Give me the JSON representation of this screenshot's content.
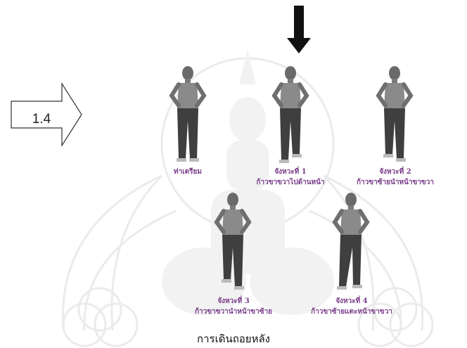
{
  "colors": {
    "caption": "#7a3d8a",
    "watermark": "#e8e8e8",
    "arrow": "#111111"
  },
  "icons": {
    "top_indicator": "down-arrow-icon",
    "step_pointer": "outline-right-arrow-icon",
    "background": "university-seal-watermark"
  },
  "pointer_label": "1.4",
  "figures": [
    {
      "title": "ท่าเตรียม",
      "subtitle": ""
    },
    {
      "title": "จังหวะที่ 1",
      "subtitle": "ก้าวขาขวาไปด้านหน้า"
    },
    {
      "title": "จังหวะที่ 2",
      "subtitle": "ก้าวขาซ้ายนำหน้าขาขวา"
    },
    {
      "title": "จังหวะที่ 3",
      "subtitle": "ก้าวขาขวานำหน้าขาซ้าย"
    },
    {
      "title": "จังหวะที่ 4",
      "subtitle": "ก้าวขาซ้ายแตะหน้าขาขวา"
    }
  ],
  "page_title": "การเดินถอยหลัง"
}
